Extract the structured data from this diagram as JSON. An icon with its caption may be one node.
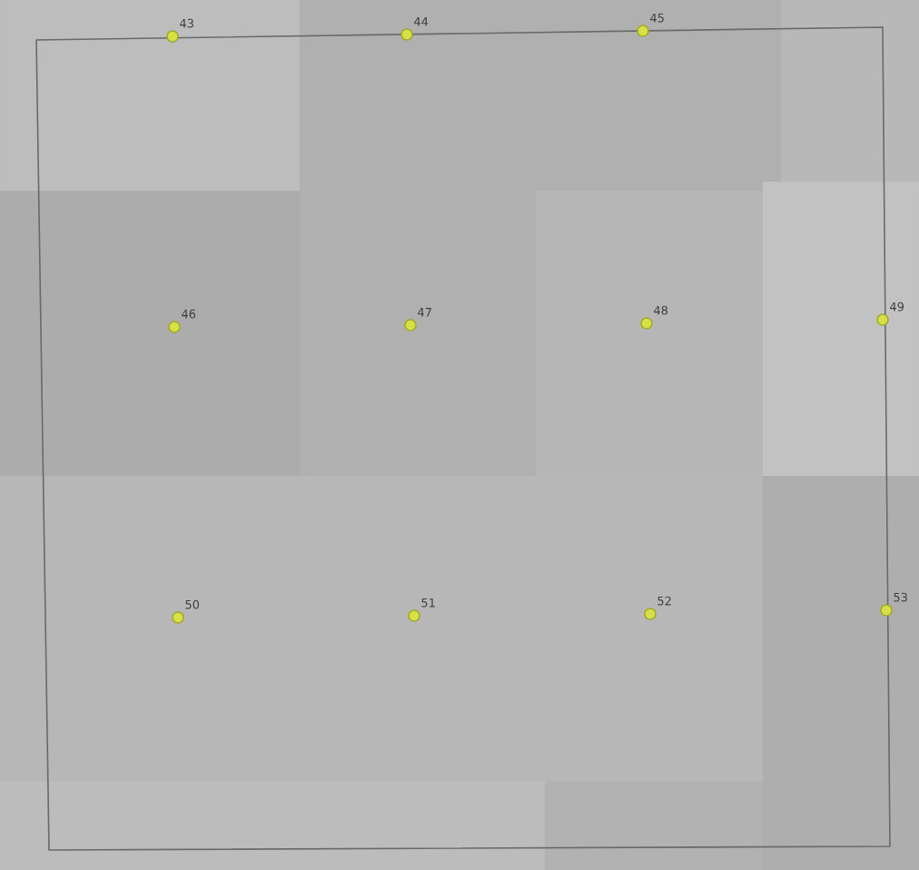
{
  "diagram": {
    "labels": [
      "43",
      "44",
      "45",
      "46",
      "47",
      "48",
      "49",
      "50",
      "51",
      "52",
      "53"
    ]
  }
}
